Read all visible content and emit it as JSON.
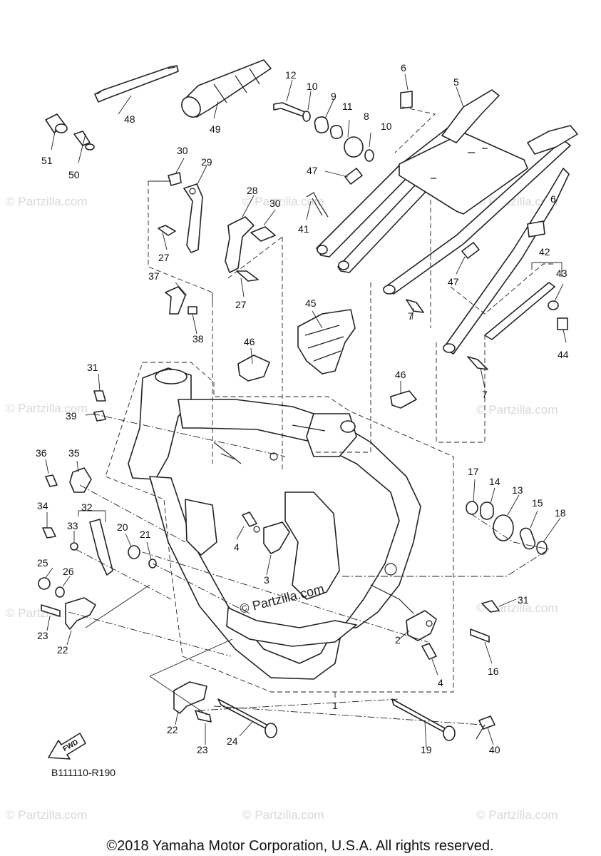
{
  "diagram": {
    "code": "B111110-R190",
    "copyright": "©2018 Yamaha Motor Corporation, U.S.A. All rights reserved.",
    "watermark": "© Partzilla.com",
    "fwd_label": "FWD",
    "part_labels": [
      "1",
      "2",
      "3",
      "4",
      "4",
      "5",
      "6",
      "6",
      "7",
      "7",
      "8",
      "9",
      "10",
      "10",
      "11",
      "12",
      "13",
      "14",
      "15",
      "16",
      "17",
      "18",
      "19",
      "20",
      "21",
      "22",
      "22",
      "23",
      "23",
      "24",
      "25",
      "26",
      "27",
      "27",
      "28",
      "29",
      "30",
      "30",
      "31",
      "31",
      "32",
      "33",
      "34",
      "35",
      "36",
      "37",
      "38",
      "39",
      "40",
      "41",
      "42",
      "43",
      "44",
      "45",
      "46",
      "46",
      "47",
      "47",
      "48",
      "49",
      "50",
      "51"
    ]
  }
}
